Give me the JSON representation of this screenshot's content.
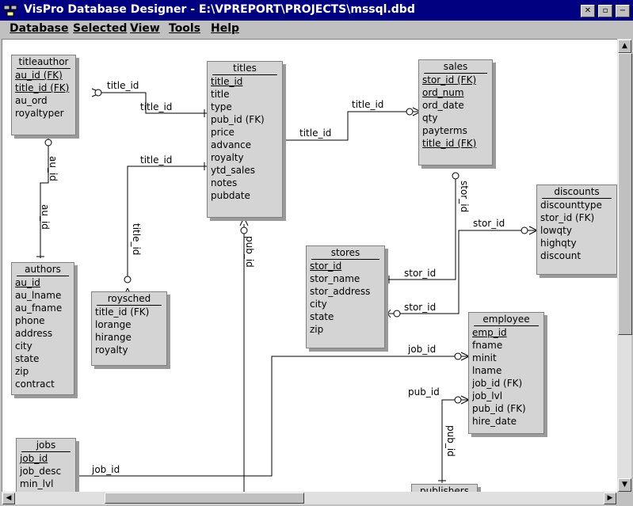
{
  "window": {
    "title": "VisPro Database Designer - E:\\VPREPORT\\PROJECTS\\mssql.dbd"
  },
  "menu": [
    "Database",
    "Selected",
    "View",
    "Tools",
    "Help"
  ],
  "tables": {
    "titleauthor": {
      "name": "titleauthor",
      "fields": [
        "au_id (FK)",
        "title_id (FK)",
        "au_ord",
        "royaltyper"
      ]
    },
    "titles": {
      "name": "titles",
      "fields": [
        "title_id",
        "title",
        "type",
        "pub_id (FK)",
        "price",
        "advance",
        "royalty",
        "ytd_sales",
        "notes",
        "pubdate"
      ]
    },
    "sales": {
      "name": "sales",
      "fields": [
        "stor_id (FK)",
        "ord_num",
        "ord_date",
        "qty",
        "payterms",
        "title_id (FK)"
      ]
    },
    "discounts": {
      "name": "discounts",
      "fields": [
        "discounttype",
        "stor_id (FK)",
        "lowqty",
        "highqty",
        "discount"
      ]
    },
    "authors": {
      "name": "authors",
      "fields": [
        "au_id",
        "au_lname",
        "au_fname",
        "phone",
        "address",
        "city",
        "state",
        "zip",
        "contract"
      ]
    },
    "roysched": {
      "name": "roysched",
      "fields": [
        "title_id (FK)",
        "lorange",
        "hirange",
        "royalty"
      ]
    },
    "stores": {
      "name": "stores",
      "fields": [
        "stor_id",
        "stor_name",
        "stor_address",
        "city",
        "state",
        "zip"
      ]
    },
    "employee": {
      "name": "employee",
      "fields": [
        "emp_id",
        "fname",
        "minit",
        "lname",
        "job_id (FK)",
        "job_lvl",
        "pub_id (FK)",
        "hire_date"
      ]
    },
    "jobs": {
      "name": "jobs",
      "fields": [
        "job_id",
        "job_desc",
        "min_lvl"
      ]
    },
    "publishers": {
      "name": "publishers",
      "fields": []
    }
  },
  "relationship_labels": {
    "ta_title_id_1": "title_id",
    "ta_title_id_2": "title_id",
    "ta_au_id_1": "au_id",
    "ta_au_id_2": "au_id",
    "roy_title_id_1": "title_id",
    "roy_title_id_2": "title_id",
    "sales_title_id_1": "title_id",
    "sales_title_id_2": "title_id",
    "titles_pub_id": "pub_id",
    "sales_stor_id": "stor_id",
    "disc_stor_id": "stor_id",
    "stores_stor_id_1": "stor_id",
    "stores_stor_id_2": "stor_id",
    "emp_job_id": "job_id",
    "emp_pub_id_1": "pub_id",
    "emp_pub_id_2": "pub_id",
    "jobs_job_id": "job_id"
  }
}
